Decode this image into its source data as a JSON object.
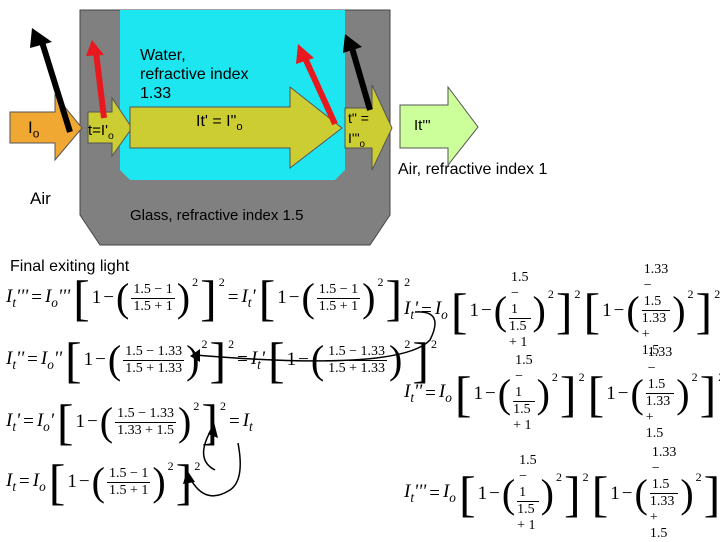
{
  "labels": {
    "water": [
      "Water,",
      "refractive index",
      "1.33"
    ],
    "i_o": "I",
    "i_o_sub": "o",
    "it_eq_io_prime": "t=I'",
    "it_eq_io_prime_sub": "o",
    "it_prime": "It' = I\"",
    "it_prime_sub": "o",
    "it_dbl_top": "t\" =",
    "it_dbl_bottom": "I'\"",
    "it_dbl_bottom_sub": "o",
    "it_triple": "It'\"",
    "air_right": "Air, refractive index 1",
    "air_left": "Air",
    "glass": "Glass, refractive index 1.5",
    "final": "Final exiting light"
  },
  "equations": {
    "left": [
      {
        "lhs": "I",
        "lhs_sub": "t",
        "lhs_prime": "'''",
        "rhs1": "I'''",
        "rhs1_sub": "o",
        "terms1": [
          {
            "num": "1.5 − 1",
            "den": "1.5 + 1"
          }
        ],
        "eq2": "I'",
        "eq2_sub": "t",
        "terms2": [
          {
            "num": "1.5 − 1",
            "den": "1.5 + 1"
          }
        ]
      },
      {
        "lhs": "I",
        "lhs_sub": "t",
        "lhs_prime": "''",
        "rhs1": "I''",
        "rhs1_sub": "o",
        "terms1": [
          {
            "num": "1.5 − 1.33",
            "den": "1.5 + 1.33"
          }
        ],
        "eq2": "I",
        "eq2_sub": "t",
        "eq2_prime": "'",
        "terms2": [
          {
            "num": "1.5 − 1.33",
            "den": "1.5 + 1.33"
          }
        ]
      },
      {
        "lhs": "I",
        "lhs_sub": "t",
        "lhs_prime": "'",
        "rhs1": "I'",
        "rhs1_sub": "o",
        "terms1": [
          {
            "num": "1.5 − 1.33",
            "den": "1.33 + 1.5"
          }
        ],
        "eq2": "I",
        "eq2_sub": "t"
      },
      {
        "lhs": "I",
        "lhs_sub": "t",
        "rhs1": "I",
        "rhs1_sub": "o",
        "terms1": [
          {
            "num": "1.5 − 1",
            "den": "1.5 + 1"
          }
        ]
      }
    ],
    "right": [
      {
        "lhs_prime": "'",
        "terms": [
          {
            "num": "1.5 − 1",
            "den": "1.5 + 1"
          },
          {
            "num": "1.33 − 1.5",
            "den": "1.33 + 1.5"
          }
        ]
      },
      {
        "lhs_prime": "''",
        "terms": [
          {
            "num": "1.5 − 1",
            "den": "1.5 + 1"
          },
          {
            "num": "1.33 − 1.5",
            "den": "1.33 + 1.5"
          }
        ],
        "extra": true
      },
      {
        "lhs_prime": "'''",
        "terms": [
          {
            "num": "1.5 − 1",
            "den": "1.5 + 1"
          },
          {
            "num": "1.33 − 1.5",
            "den": "1.33 + 1.5"
          }
        ],
        "extra": true
      }
    ],
    "power": "2",
    "one": "1",
    "minus": "−",
    "equals": "="
  },
  "colors": {
    "glass": "#808080",
    "water": "#1EE6F0",
    "arrow_fill": "#CCCC33",
    "air_arrow_fill": "#CCFF99",
    "reflection_red": "#E8191E",
    "reflection_black": "#000000",
    "input_arrow": "#F0A832"
  }
}
